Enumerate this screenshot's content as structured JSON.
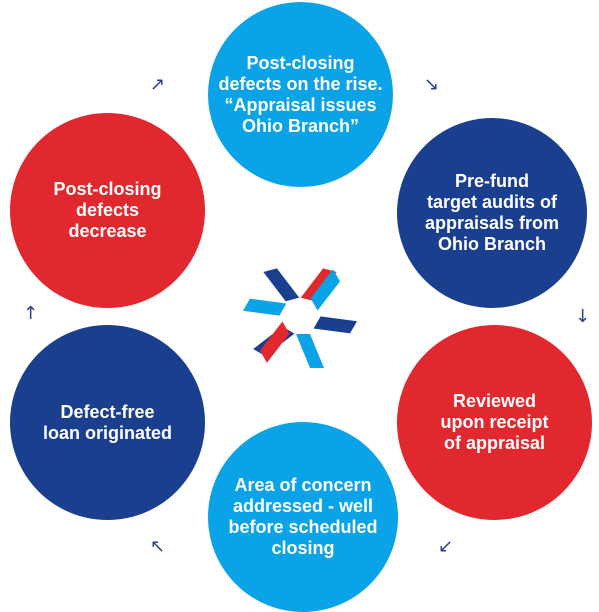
{
  "colors": {
    "light_blue": "#0aa3e8",
    "dark_blue": "#1b3f8f",
    "red": "#e1282e",
    "arrow": "#2a3f8f"
  },
  "steps": [
    {
      "text": "Post-closing\ndefects on the rise.\n“Appraisal issues\nOhio Branch”",
      "color": "light_blue"
    },
    {
      "text": "Pre-fund\ntarget audits of\nappraisals from\nOhio Branch",
      "color": "dark_blue"
    },
    {
      "text": "Reviewed\nupon receipt\nof appraisal",
      "color": "red"
    },
    {
      "text": "Area of concern\naddressed - well\nbefore scheduled\nclosing",
      "color": "light_blue"
    },
    {
      "text": "Defect-free\nloan originated",
      "color": "dark_blue"
    },
    {
      "text": "Post-closing\ndefects\ndecrease",
      "color": "red"
    }
  ],
  "arrows": {
    "top_left": "arrow-up-right-icon",
    "top_right": "arrow-down-right-icon",
    "right": "arrow-down-icon",
    "bottom_right": "arrow-down-left-icon",
    "bottom_left": "arrow-up-left-icon",
    "left": "arrow-up-icon"
  },
  "logo": "asterisk-logo"
}
